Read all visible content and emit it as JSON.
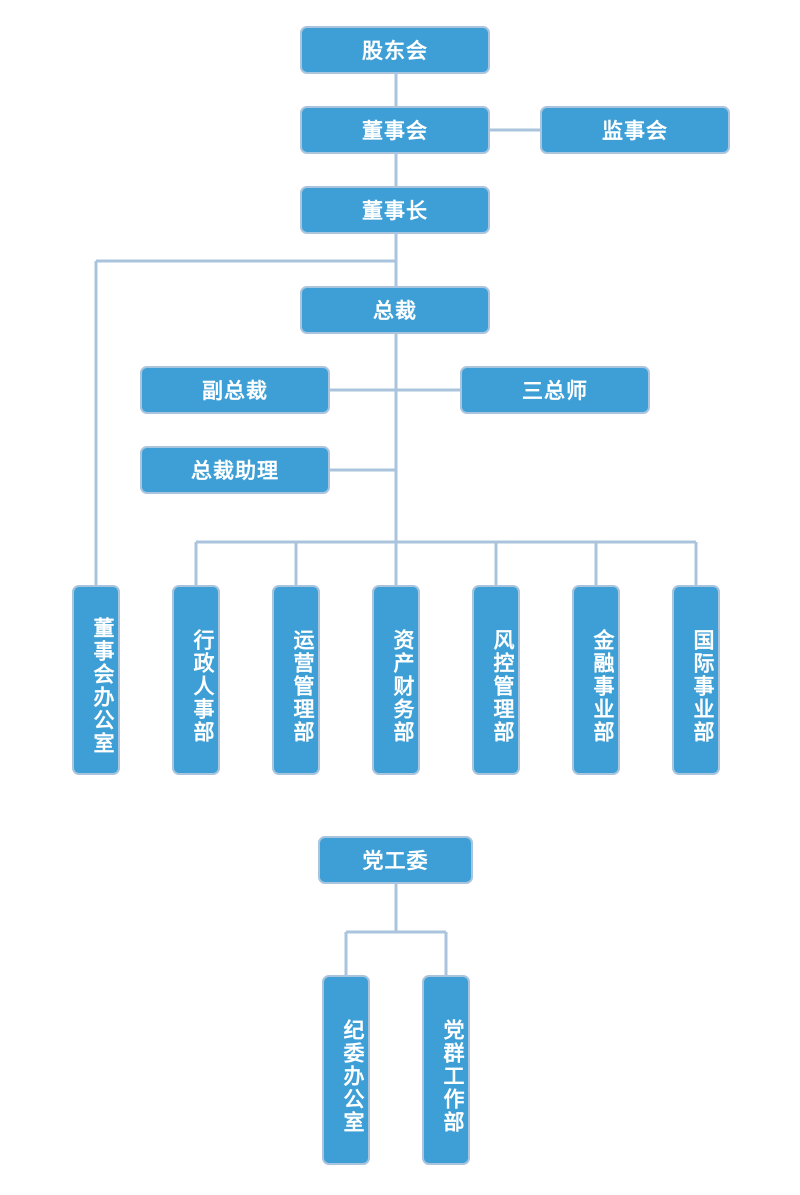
{
  "org_chart": {
    "shareholders": "股东会",
    "board": "董事会",
    "supervisors": "监事会",
    "chairman": "董事长",
    "president": "总裁",
    "vice_president": "副总裁",
    "three_chiefs": "三总师",
    "assistant_president": "总裁助理",
    "board_office": "董事会办公室",
    "departments": [
      "行政人事部",
      "运营管理部",
      "资产财务部",
      "风控管理部",
      "金融事业部",
      "国际事业部"
    ],
    "party_committee": "党工委",
    "party_units": [
      "纪委办公室",
      "党群工作部"
    ]
  }
}
